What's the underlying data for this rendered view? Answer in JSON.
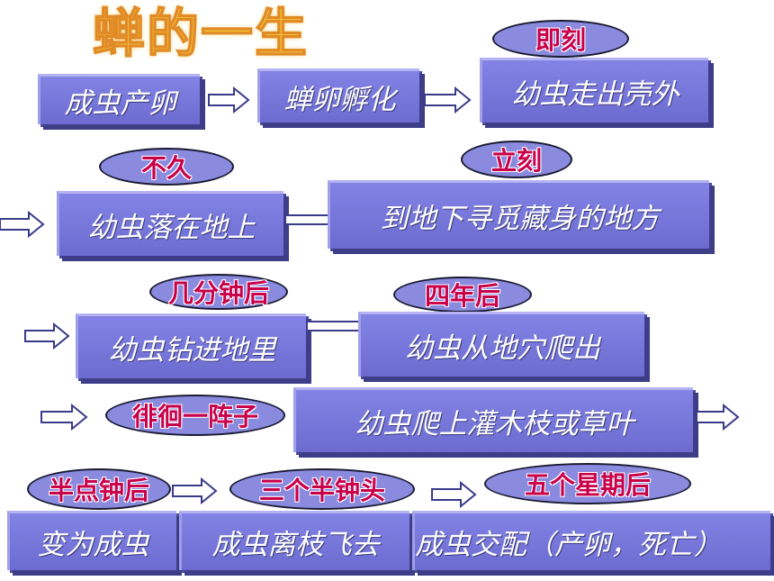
{
  "title": "蝉的一生",
  "boxes": {
    "b1": "成虫产卵",
    "b2": "蝉卵孵化",
    "b3": "幼虫走出壳外",
    "b4": "幼虫落在地上",
    "b5": "到地下寻觅藏身的地方",
    "b6": "幼虫钻进地里",
    "b7": "幼虫从地穴爬出",
    "b8": "幼虫爬上灌木枝或草叶",
    "b9": "变为成虫",
    "b10": "成虫离枝飞去",
    "b11": "成虫交配（产卵，死亡）"
  },
  "labels": {
    "l1": "即刻",
    "l2": "不久",
    "l3": "立刻",
    "l4": "几分钟后",
    "l5": "四年后",
    "l6": "徘徊一阵子",
    "l7": "半点钟后",
    "l8": "三个半钟头",
    "l9": "五个星期后"
  },
  "colors": {
    "box": "#7474d8",
    "label_text": "#c8004a",
    "title": "#f4c838"
  }
}
